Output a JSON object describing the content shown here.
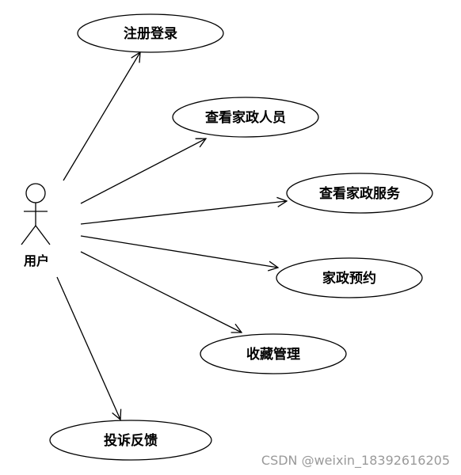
{
  "actor": {
    "label": "用户"
  },
  "use_cases": [
    {
      "id": "register-login",
      "label": "注册登录"
    },
    {
      "id": "view-staff",
      "label": "查看家政人员"
    },
    {
      "id": "view-services",
      "label": "查看家政服务"
    },
    {
      "id": "booking",
      "label": "家政预约"
    },
    {
      "id": "favorites",
      "label": "收藏管理"
    },
    {
      "id": "feedback",
      "label": "投诉反馈"
    }
  ],
  "watermark": "CSDN @weixin_18392616205",
  "colors": {
    "stroke": "#000000",
    "background": "#ffffff",
    "watermark": "#9a9a9a"
  }
}
